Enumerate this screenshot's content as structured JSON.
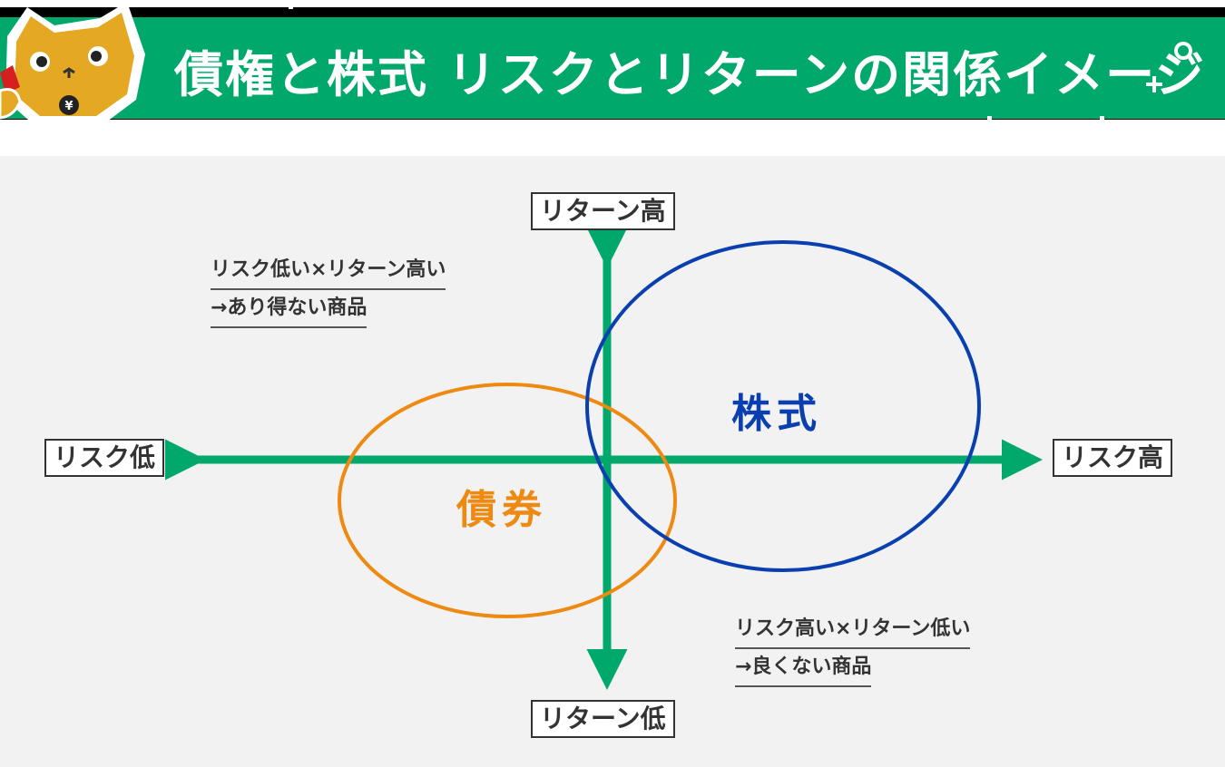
{
  "header": {
    "title": "債権と株式 リスクとリターンの関係イメージ",
    "accent_color": "#00a86b",
    "mascot_icon": "cat-mascot-icon",
    "sparkle_icon": "sparkle-icon"
  },
  "diagram": {
    "axis_color": "#00a86b",
    "labels": {
      "return_high": "リターン高",
      "return_low": "リターン低",
      "risk_low": "リスク低",
      "risk_high": "リスク高"
    },
    "notes": {
      "top_left_line1": "リスク低い×リターン高い",
      "top_left_line2": "→あり得ない商品",
      "bottom_right_line1": "リスク高い×リターン低い",
      "bottom_right_line2": "→良くない商品"
    },
    "regions": {
      "stocks": {
        "label": "株式",
        "color": "#0a3fb0"
      },
      "bonds": {
        "label": "債券",
        "color": "#ee8a12"
      }
    }
  }
}
